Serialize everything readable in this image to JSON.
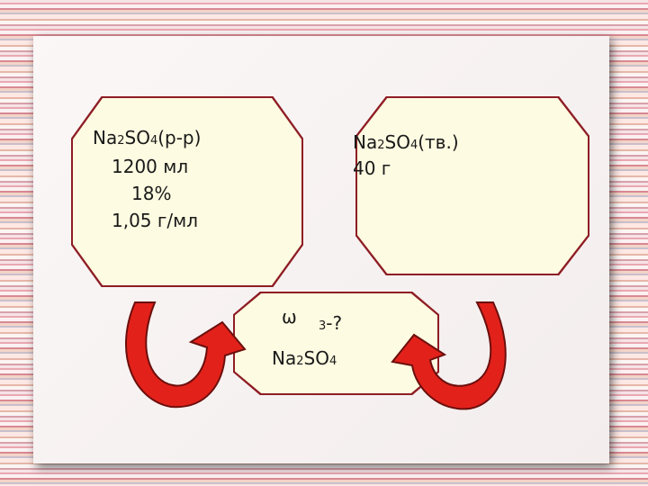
{
  "slide": {
    "left_box": {
      "formula_main": "Na",
      "formula_sub": "2",
      "formula_rest": "SO",
      "formula_sub2": "4",
      "state": "(р-р)",
      "volume": "1200 мл",
      "percent": "18%",
      "density": "1,05 г/мл"
    },
    "right_box": {
      "formula_main": "Na",
      "formula_sub": "2",
      "formula_rest": "SO",
      "formula_sub2": "4",
      "state": "(тв.)",
      "mass": "40 г"
    },
    "bottom_box": {
      "omega": "ω",
      "omega_sub": "3",
      "question": "-?",
      "formula_main": "Na",
      "formula_sub": "2",
      "formula_rest": "SO",
      "formula_sub2": "4"
    }
  },
  "colors": {
    "box_fill": "#fdfbe1",
    "box_border": "#8e1d24",
    "arrow_red": "#e3211b",
    "arrow_outline": "#6b0f0c"
  },
  "icons": [
    "curved-arrow-left",
    "curved-arrow-right"
  ]
}
